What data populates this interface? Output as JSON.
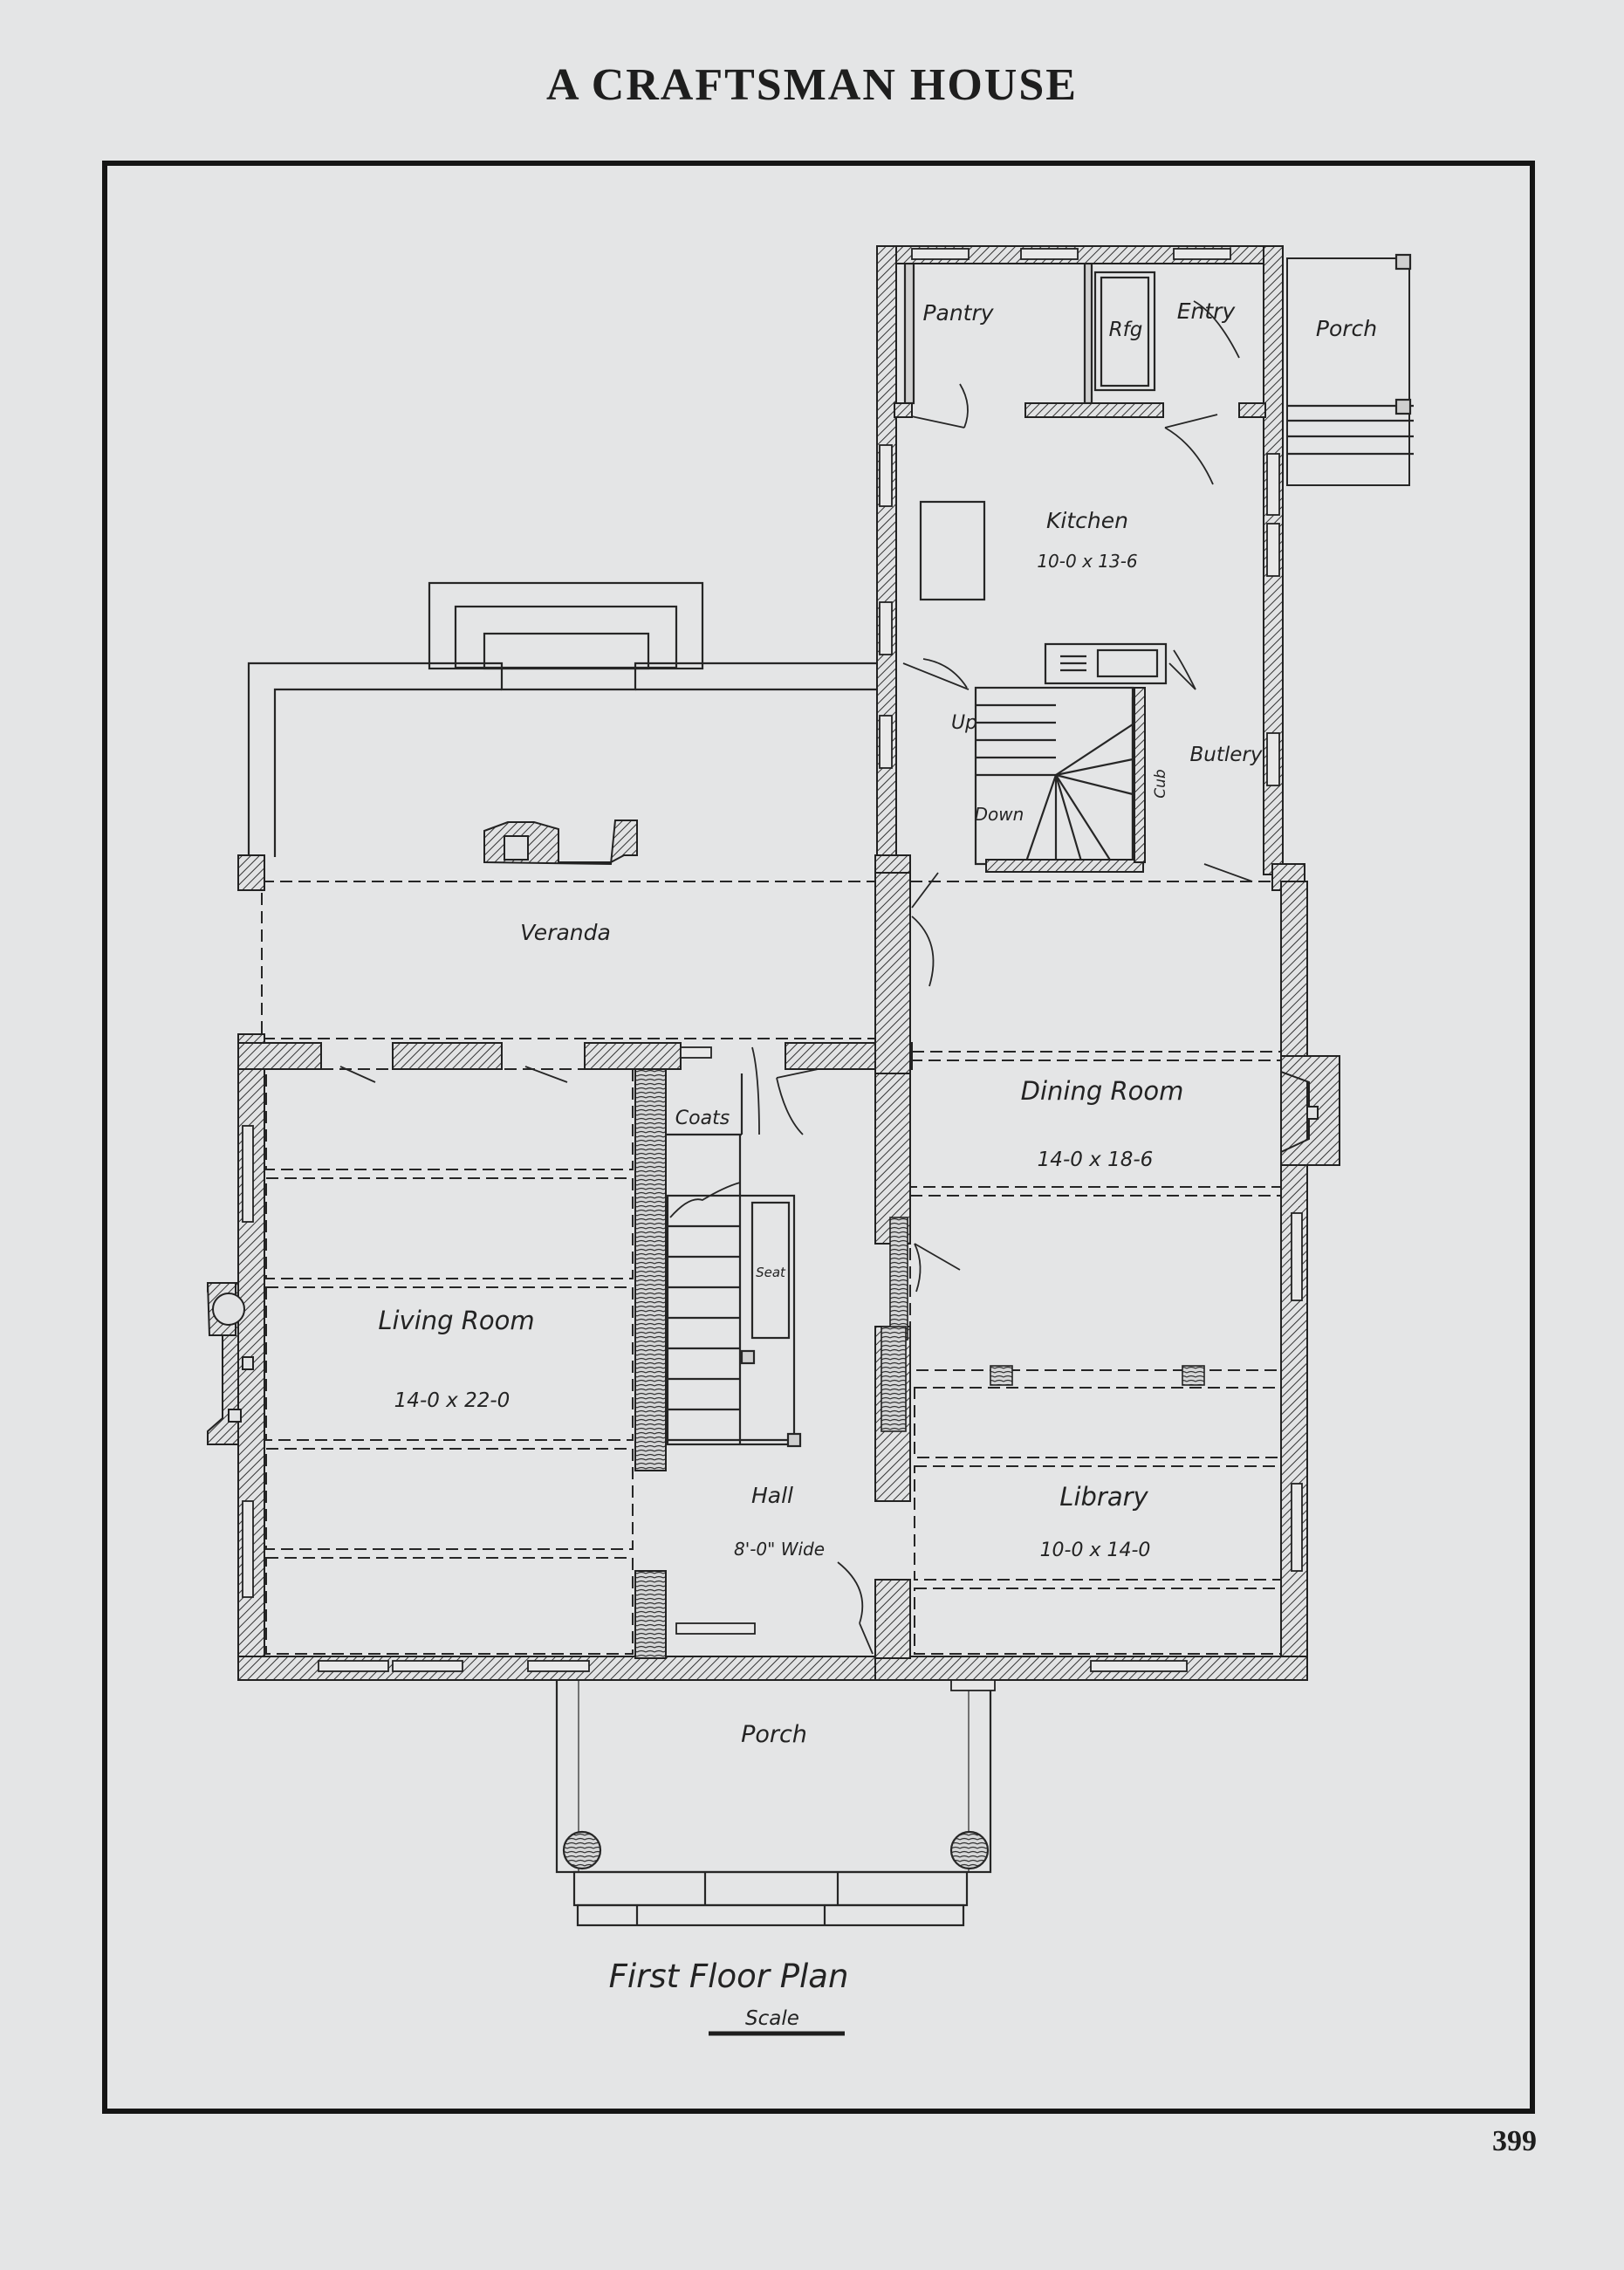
{
  "page": {
    "title": "A CRAFTSMAN HOUSE",
    "page_number": "399"
  },
  "plan": {
    "caption": "First Floor Plan",
    "scale_label": "Scale",
    "rooms": {
      "pantry": "Pantry",
      "refrigerator": "Rfg",
      "entry": "Entry",
      "rear_porch": "Porch",
      "kitchen": "Kitchen",
      "kitchen_dims": "10-0 x 13-6",
      "stair_up": "Up",
      "stair_down": "Down",
      "butlery": "Butlery",
      "cupboard": "Cub",
      "veranda": "Veranda",
      "coats": "Coats",
      "seat": "Seat",
      "dining_room": "Dining Room",
      "dining_dims": "14-0 x 18-6",
      "living_room": "Living Room",
      "living_dims": "14-0 x 22-0",
      "hall": "Hall",
      "hall_width": "8'-0\" Wide",
      "library": "Library",
      "library_dims": "10-0 x 14-0",
      "front_porch": "Porch"
    }
  },
  "colors": {
    "paper": "#e4e5e6",
    "ink": "#232323"
  }
}
